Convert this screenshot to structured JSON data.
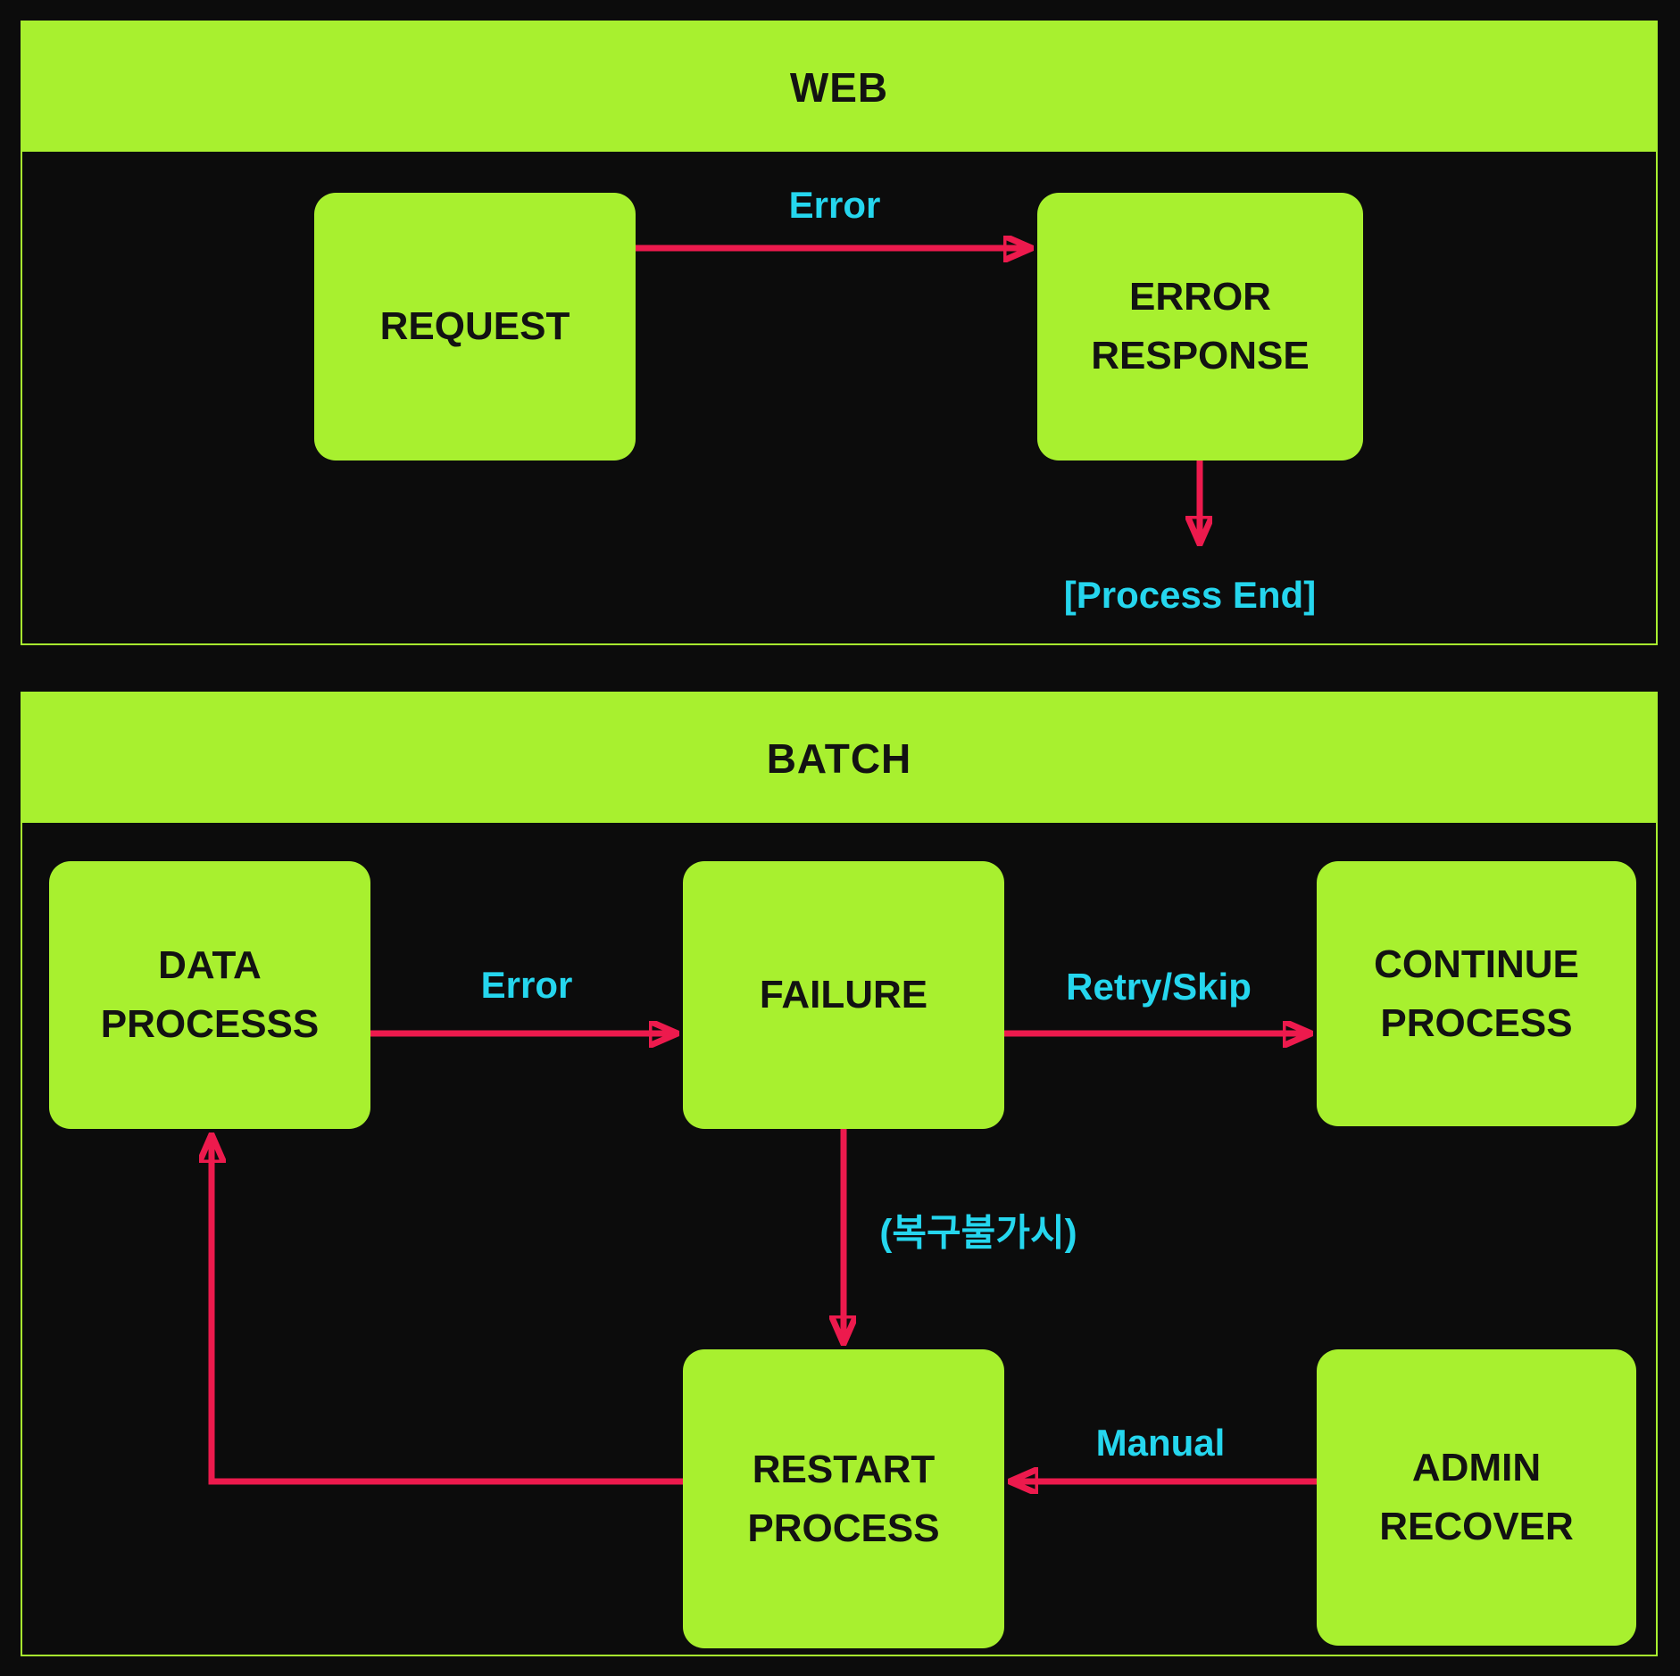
{
  "colors": {
    "background": "#0c0c0c",
    "accent_green": "#a8f02f",
    "arrow_red": "#ed1a4d",
    "label_cyan": "#25d6ee",
    "node_text": "#121212"
  },
  "web_panel": {
    "title": "WEB",
    "nodes": {
      "request": {
        "label": "REQUEST"
      },
      "error_response": {
        "label": "ERROR RESPONSE"
      }
    },
    "labels": {
      "error": "Error",
      "process_end": "[Process End]"
    }
  },
  "batch_panel": {
    "title": "BATCH",
    "nodes": {
      "data_process": {
        "label": "DATA PROCESSS"
      },
      "failure": {
        "label": "FAILURE"
      },
      "continue_process": {
        "label": "CONTINUE PROCESS"
      },
      "restart_process": {
        "label": "RESTART PROCESS"
      },
      "admin_recover": {
        "label": "ADMIN RECOVER"
      }
    },
    "labels": {
      "error": "Error",
      "retry_skip": "Retry/Skip",
      "unrecoverable": "(복구불가시)",
      "manual": "Manual"
    }
  }
}
